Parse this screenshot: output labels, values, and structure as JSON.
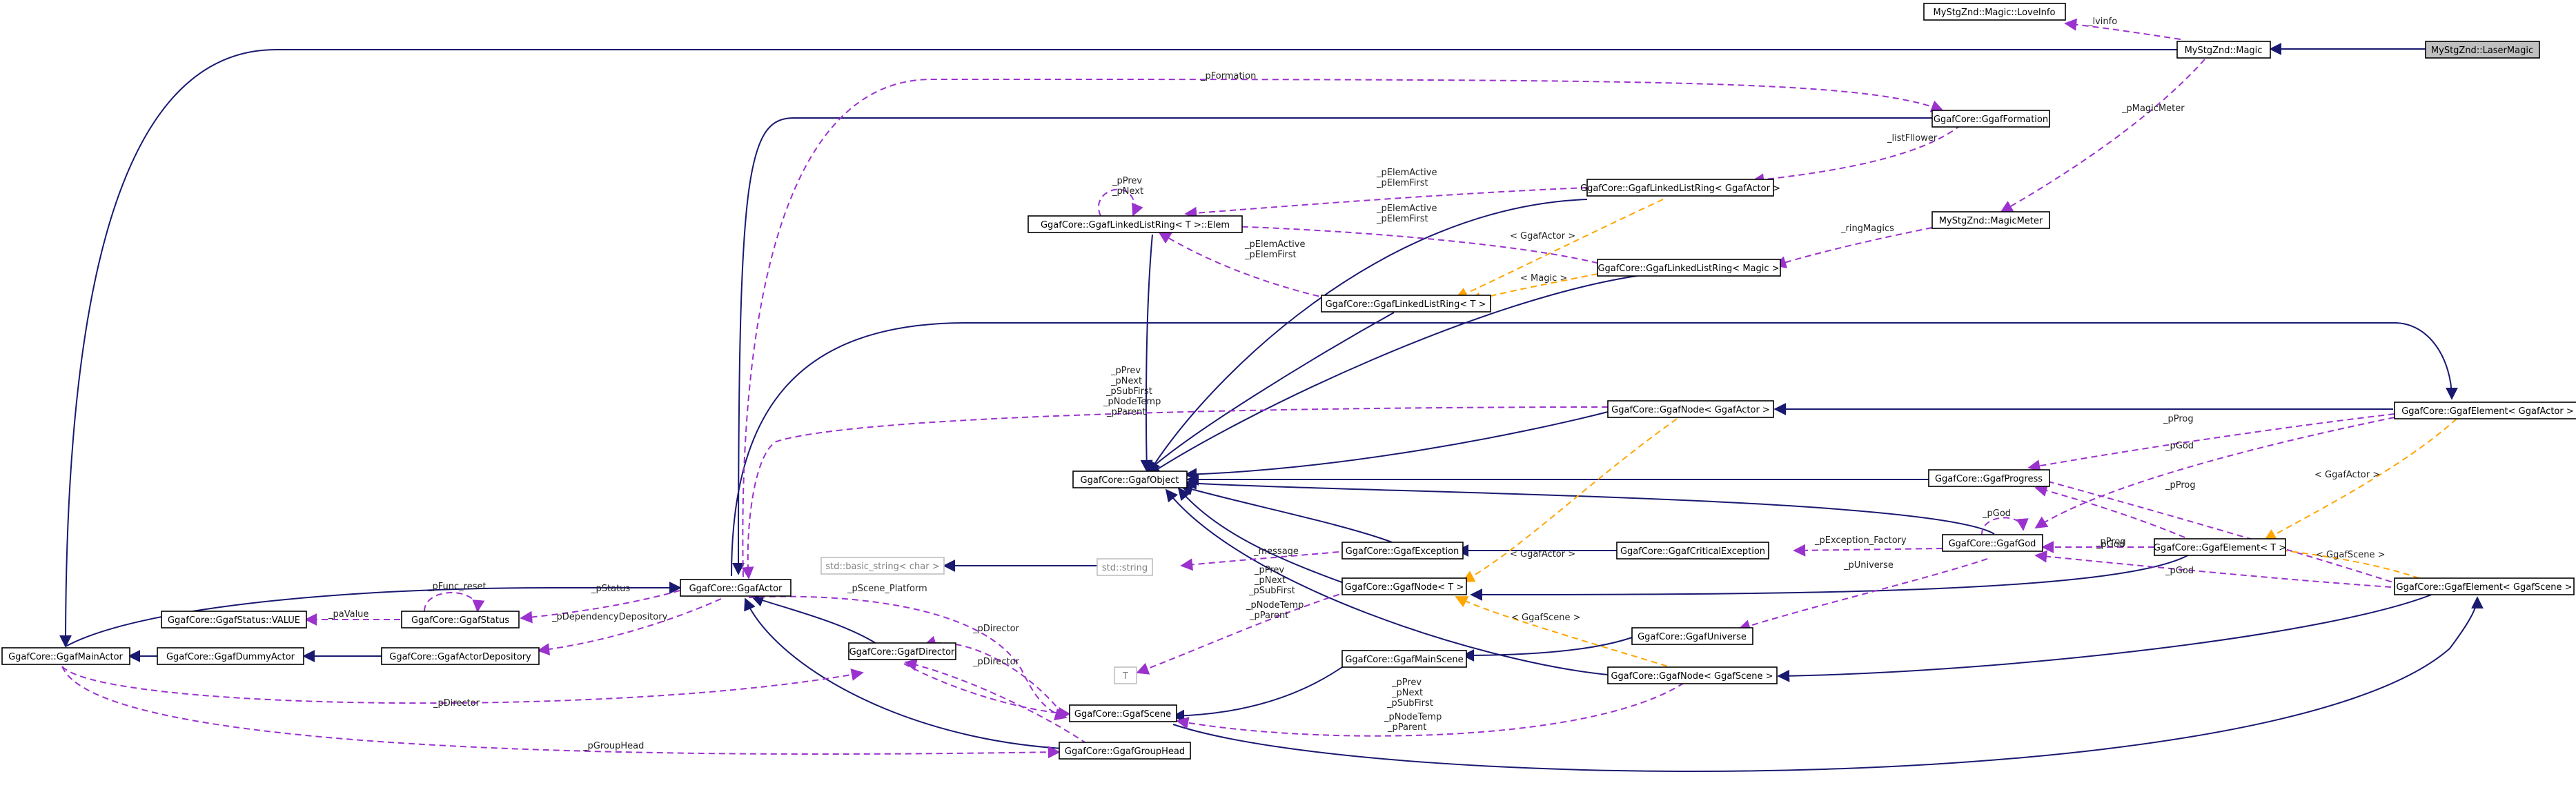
{
  "colors": {
    "inheritance": "#191970",
    "usage": "#9a32cd",
    "template": "#ffa500",
    "focus_fill": "#bfbfbf"
  },
  "nodes": {
    "laser_magic": "MyStgZnd::LaserMagic",
    "magic": "MyStgZnd::Magic",
    "love_info": "MyStgZnd::Magic::LoveInfo",
    "magic_meter": "MyStgZnd::MagicMeter",
    "formation": "GgafCore::GgafFormation",
    "llr_actor": "GgafCore::GgafLinkedListRing< GgafActor >",
    "llr_elem": "GgafCore::GgafLinkedListRing< T >::Elem",
    "llr_magic": "GgafCore::GgafLinkedListRing< Magic >",
    "llr_t": "GgafCore::GgafLinkedListRing< T >",
    "node_actor": "GgafCore::GgafNode< GgafActor >",
    "element_actor": "GgafCore::GgafElement< GgafActor >",
    "object": "GgafCore::GgafObject",
    "progress": "GgafCore::GgafProgress",
    "exception": "GgafCore::GgafException",
    "critical_exception": "GgafCore::GgafCriticalException",
    "god": "GgafCore::GgafGod",
    "element_t": "GgafCore::GgafElement< T >",
    "basic_string": "std::basic_string< char >",
    "string": "std::string",
    "node_t": "GgafCore::GgafNode< T >",
    "element_scene": "GgafCore::GgafElement< GgafScene >",
    "actor": "GgafCore::GgafActor",
    "status_value": "GgafCore::GgafStatus::VALUE",
    "status": "GgafCore::GgafStatus",
    "universe": "GgafCore::GgafUniverse",
    "main_actor": "GgafCore::GgafMainActor",
    "dummy_actor": "GgafCore::GgafDummyActor",
    "actor_depository": "GgafCore::GgafActorDepository",
    "director": "GgafCore::GgafDirector",
    "main_scene": "GgafCore::GgafMainScene",
    "node_scene": "GgafCore::GgafNode< GgafScene >",
    "t": "T",
    "scene": "GgafCore::GgafScene",
    "group_head": "GgafCore::GgafGroupHead"
  },
  "labels": {
    "lvinfo": "_lvinfo",
    "pMagicMeter": "_pMagicMeter",
    "pFormation": "_pFormation",
    "listFllower": "_listFllower",
    "ringMagics": "_ringMagics",
    "prev_next": [
      "_pPrev",
      "_pNext"
    ],
    "elem_active_first_a": [
      "_pElemActive",
      "_pElemFirst"
    ],
    "elem_active_first_b": [
      "_pElemActive",
      "_pElemFirst"
    ],
    "elem_active_first_c": [
      "_pElemActive",
      "_pElemFirst"
    ],
    "tpl_actor_a": "< GgafActor >",
    "tpl_magic": "< Magic >",
    "node_links_a": [
      "_pPrev",
      "_pNext",
      "_pSubFirst",
      "_pNodeTemp",
      "_pParent"
    ],
    "pProg_a": "_pProg",
    "pGod_a": "_pGod",
    "tpl_actor_b": "< GgafActor >",
    "tpl_actor_c": "< GgafActor >",
    "pGod_self": "_pGod",
    "pProg_b": "_pProg",
    "pProg_c": "_pProg",
    "pGod_b": "_pGod",
    "tpl_scene_a": "< GgafScene >",
    "pGod_c": "_pGod",
    "pException_Factory": "_pException_Factory",
    "message": "_message",
    "node_links_b": [
      "_pPrev",
      "_pNext",
      "_pSubFirst",
      "_pNodeTemp",
      "_pParent"
    ],
    "pUniverse": "_pUniverse",
    "pFunc_reset": "_pFunc_reset",
    "pStatus": "_pStatus",
    "paValue": "_paValue",
    "pScene_Platform": "_pScene_Platform",
    "pDependencyDepository": "_pDependencyDepository",
    "tpl_scene_b": "< GgafScene >",
    "pDirector_a": "_pDirector",
    "pDirector_b": "_pDirector",
    "pDirector_c": "_pDirector",
    "node_links_c": [
      "_pPrev",
      "_pNext",
      "_pSubFirst",
      "_pNodeTemp",
      "_pParent"
    ],
    "pGroupHead": "_pGroupHead"
  }
}
